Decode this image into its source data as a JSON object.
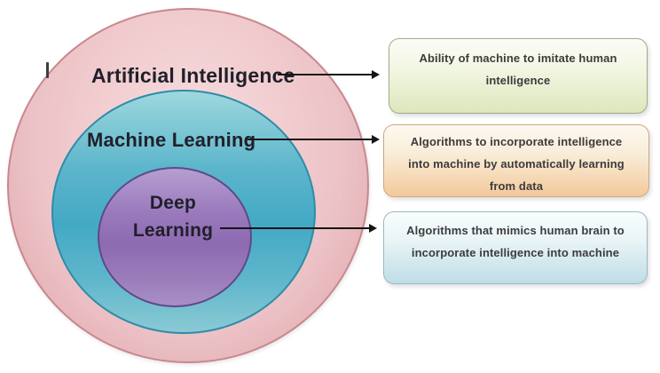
{
  "diagram": {
    "type": "nested-circles",
    "levels": [
      {
        "id": "artificial-intelligence",
        "label": "Artificial Intelligence",
        "description": "Ability of machine to imitate human intelligence",
        "circle_fill": "#ecc2c6",
        "circle_border": "#c9878e",
        "box_fill_bottom": "#dde7bc",
        "box_border": "#9fab8c"
      },
      {
        "id": "machine-learning",
        "label": "Machine Learning",
        "description": "Algorithms to incorporate intelligence into machine by automatically learning from data",
        "circle_fill": "#43a9c5",
        "circle_border": "#2f8ca8",
        "box_fill_bottom": "#f2c99b",
        "box_border": "#cfa87e"
      },
      {
        "id": "deep-learning",
        "label": "Deep Learning",
        "label_lines": [
          "Deep",
          "Learning"
        ],
        "description": "Algorithms that mimics human brain to incorporate intelligence into machine",
        "circle_fill": "#8d6ab1",
        "circle_border": "#5d4a89",
        "box_fill_bottom": "#bfdde7",
        "box_border": "#9cb9c4"
      }
    ],
    "arrow_color": "#151515",
    "background": "#ffffff"
  }
}
